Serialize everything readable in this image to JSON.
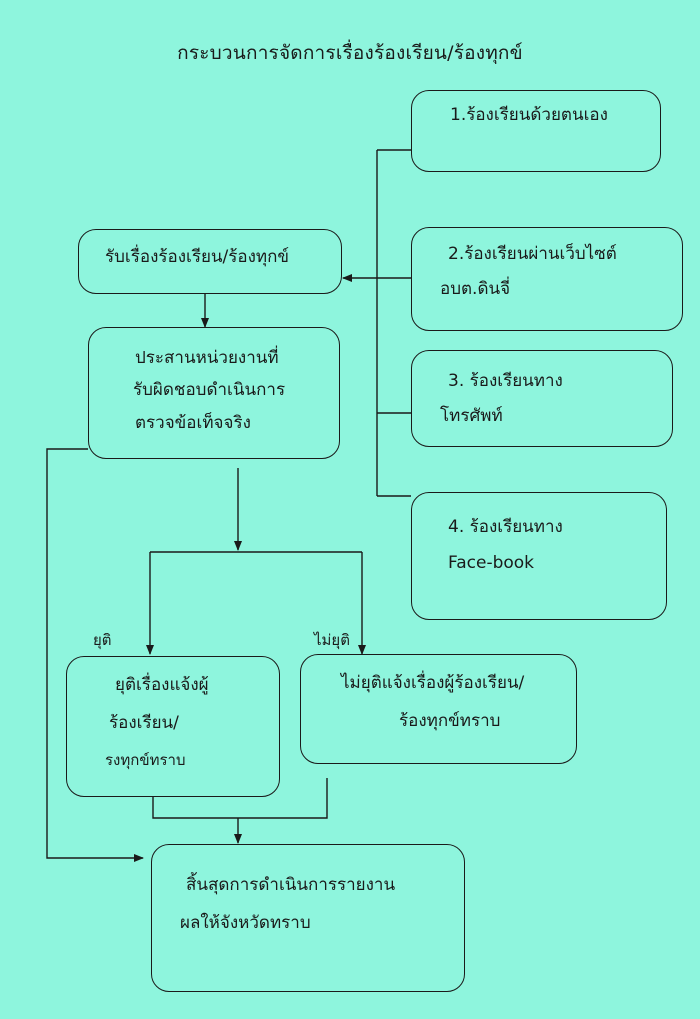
{
  "title": "กระบวนการจัดการเรื่องร้องเรียน/ร้องทุกข์",
  "channels": [
    {
      "lines": [
        "1.ร้องเรียนด้วยตนเอง"
      ]
    },
    {
      "lines": [
        "2.ร้องเรียนผ่านเว็บไซต์",
        "อบต.ดินจี่"
      ]
    },
    {
      "lines": [
        "3. ร้องเรียนทาง",
        "โทรศัพท์"
      ]
    },
    {
      "lines": [
        "4. ร้องเรียนทาง",
        "Face-book"
      ]
    }
  ],
  "receive": {
    "text": "รับเรื่องร้องเรียน/ร้องทุกข์"
  },
  "coordinate": {
    "lines": [
      "ประสานหน่วยงานที่",
      "รับผิดชอบดำเนินการ",
      "ตรวจข้อเท็จจริง"
    ]
  },
  "branch_labels": {
    "resolved": "ยุติ",
    "unresolved": "ไม่ยุติ"
  },
  "resolved": {
    "lines": [
      "ยุติเรื่องแจ้งผู้",
      "ร้องเรียน/",
      "รงทุกข์ทราบ"
    ]
  },
  "unresolved": {
    "lines": [
      "ไม่ยุติแจ้งเรื่องผู้ร้องเรียน/",
      "ร้องทุกข์ทราบ"
    ]
  },
  "end": {
    "lines": [
      "สิ้นสุดการดำเนินการรายงาน",
      "ผลให้จังหวัดทราบ"
    ]
  }
}
